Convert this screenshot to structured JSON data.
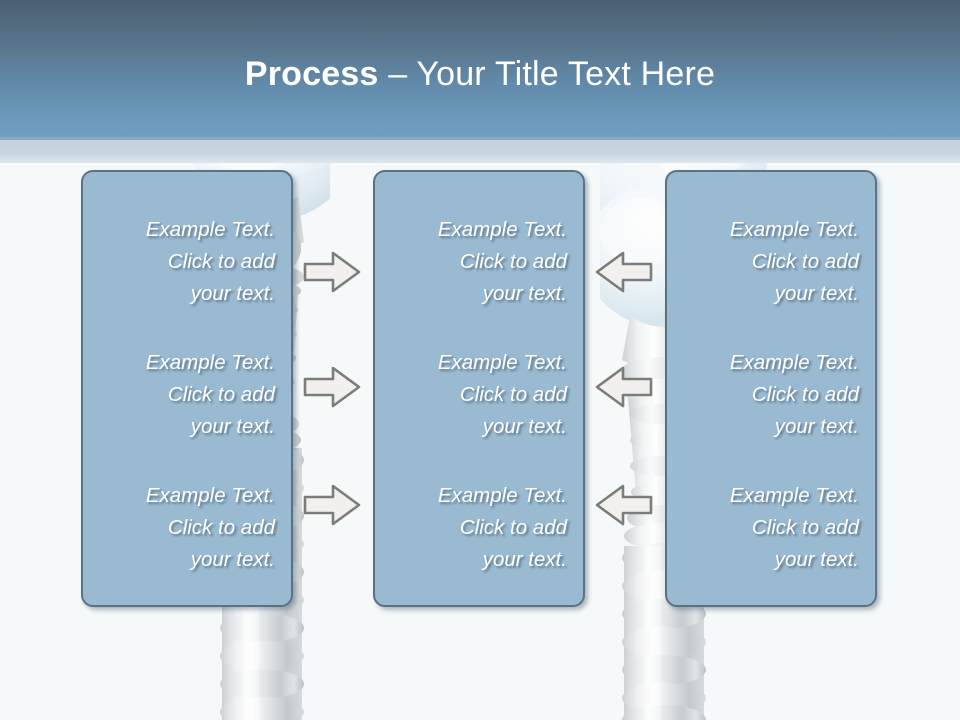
{
  "slide": {
    "title_strong": "Process",
    "title_rest": " – Your Title Text Here",
    "background_description": "dental-implant-screw-and-tooth-crown"
  },
  "colors": {
    "header_top": "#4b6073",
    "header_bottom": "#719fc1",
    "header_rule": "#8aa7bd",
    "sub_band": "#c4d1dc",
    "slide_background": "#f6f9fa",
    "box_fill": "#9abad1",
    "box_border": "#5a7285",
    "text_color": "#ffffff",
    "arrow_fill": "#f0efee",
    "arrow_border": "#7a7a76"
  },
  "columns": [
    {
      "id": "left",
      "blocks": [
        "Example Text.\nClick  to add\nyour text.",
        "Example Text.\nClick  to add\nyour text.",
        "Example Text.\nClick  to add\nyour text."
      ]
    },
    {
      "id": "middle",
      "blocks": [
        "Example Text.\nClick  to add\nyour text.",
        "Example Text.\nClick  to add\nyour text.",
        "Example Text.\nClick  to add\nyour text."
      ]
    },
    {
      "id": "right",
      "blocks": [
        "Example Text.\nClick  to add\nyour text.",
        "Example Text.\nClick  to add\nyour text.",
        "Example Text.\nClick  to add\nyour text."
      ]
    }
  ],
  "arrows": [
    {
      "id": "left-to-middle-1",
      "direction": "right",
      "icon": "arrow-right-icon"
    },
    {
      "id": "left-to-middle-2",
      "direction": "right",
      "icon": "arrow-right-icon"
    },
    {
      "id": "left-to-middle-3",
      "direction": "right",
      "icon": "arrow-right-icon"
    },
    {
      "id": "right-to-middle-1",
      "direction": "left",
      "icon": "arrow-left-icon"
    },
    {
      "id": "right-to-middle-2",
      "direction": "left",
      "icon": "arrow-left-icon"
    },
    {
      "id": "right-to-middle-3",
      "direction": "left",
      "icon": "arrow-left-icon"
    }
  ]
}
